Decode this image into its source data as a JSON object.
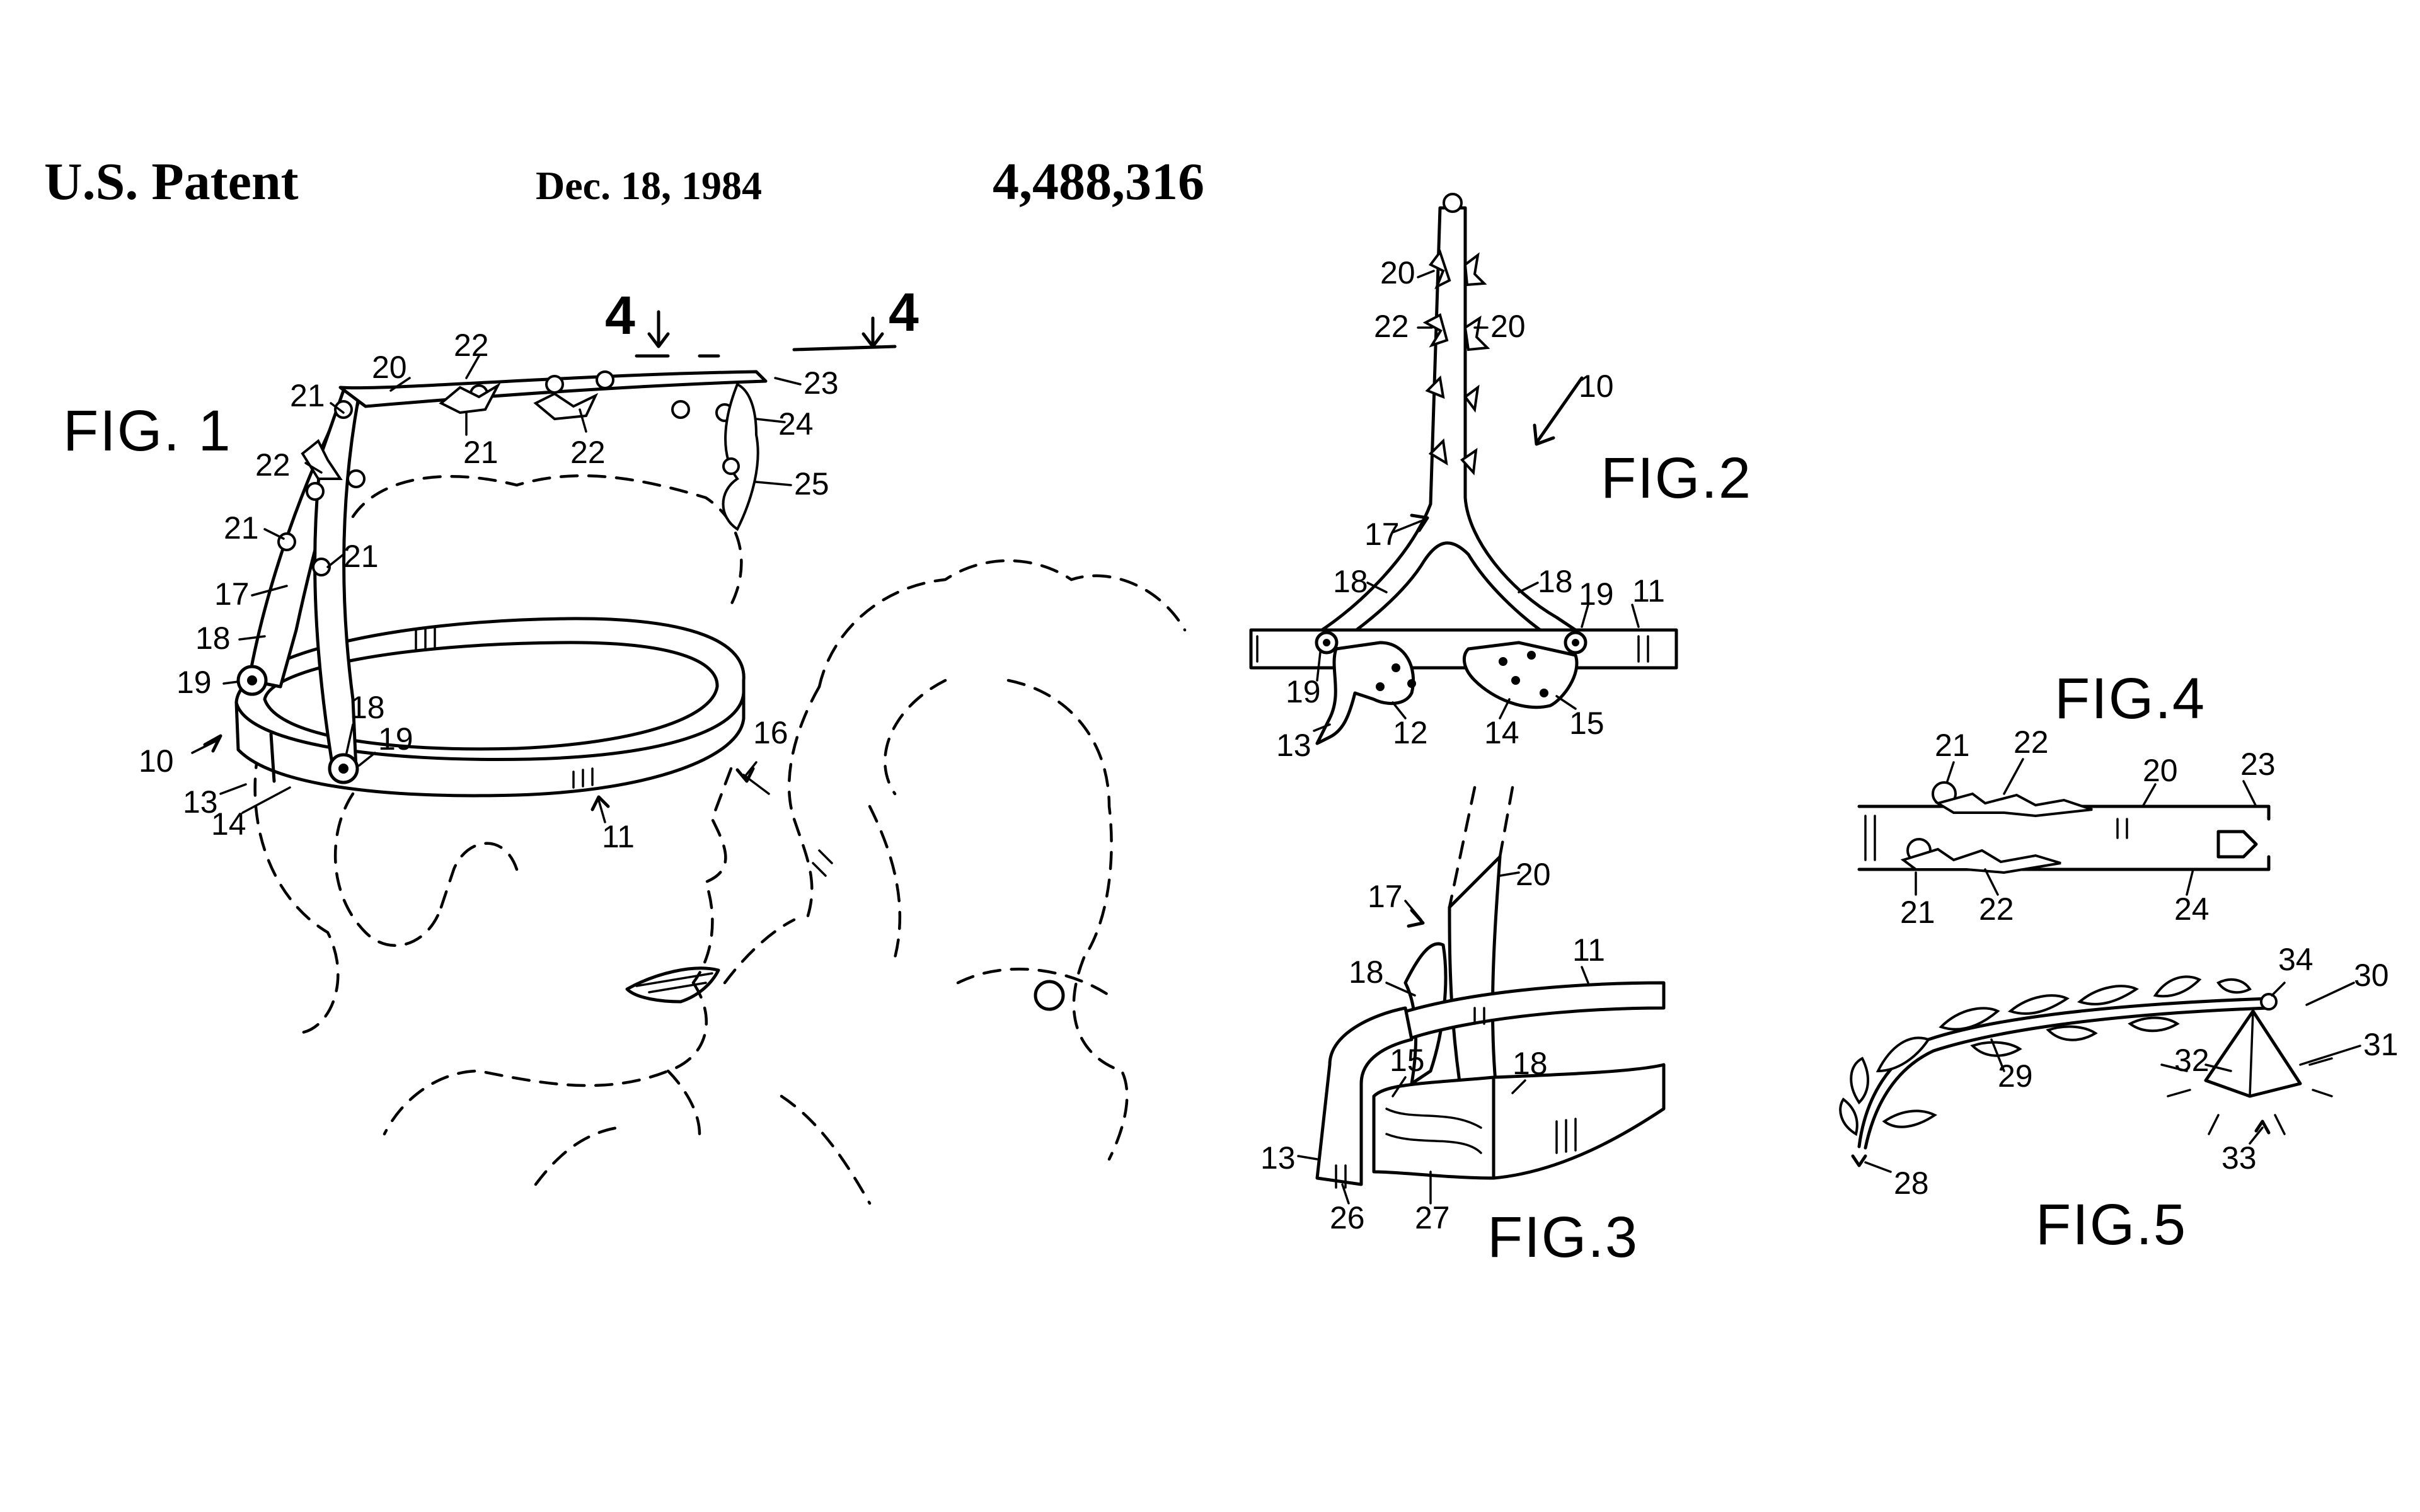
{
  "header": {
    "left": "U.S. Patent",
    "date": "Dec. 18, 1984",
    "number": "4,488,316"
  },
  "figures": {
    "fig1": "FIG. 1",
    "fig2": "FIG.2",
    "fig3": "FIG.3",
    "fig4": "FIG.4",
    "fig5": "FIG.5"
  },
  "section_marker": "4",
  "labels": {
    "fig1": [
      "20",
      "22",
      "21",
      "22",
      "21",
      "21",
      "17",
      "18",
      "19",
      "10",
      "13",
      "14",
      "18",
      "19",
      "11",
      "16",
      "21",
      "22",
      "23",
      "24",
      "25"
    ],
    "fig2": [
      "20",
      "22",
      "20",
      "10",
      "17",
      "18",
      "18",
      "19",
      "11",
      "19",
      "13",
      "12",
      "14",
      "15"
    ],
    "fig3": [
      "17",
      "20",
      "11",
      "18",
      "15",
      "18",
      "13",
      "26",
      "27"
    ],
    "fig4": [
      "21",
      "22",
      "20",
      "23",
      "21",
      "22",
      "24"
    ],
    "fig5": [
      "34",
      "30",
      "31",
      "32",
      "33",
      "29",
      "28"
    ]
  }
}
